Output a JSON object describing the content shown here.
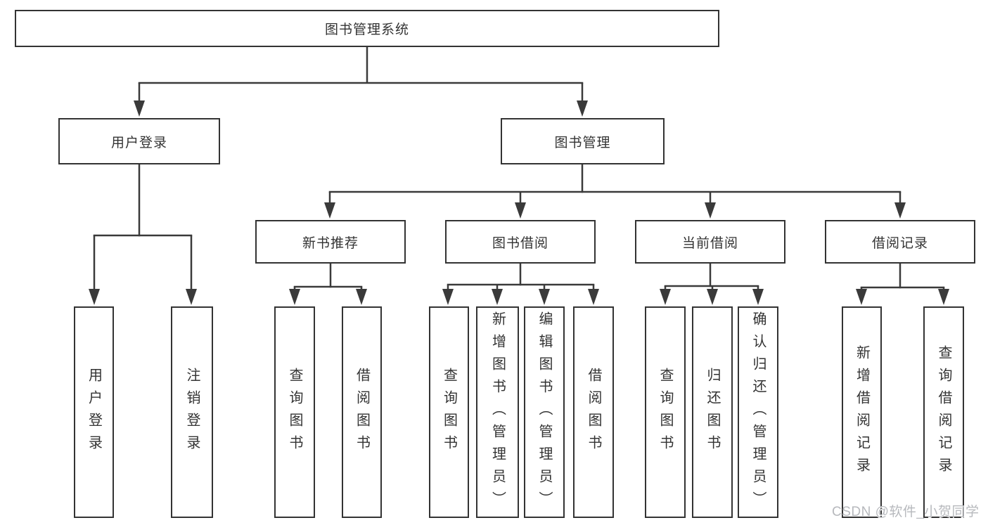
{
  "tree": {
    "root": {
      "label": "图书管理系统"
    },
    "login_branch": {
      "label": "用户登录",
      "children": [
        {
          "label": "用户登录"
        },
        {
          "label": "注销登录"
        }
      ]
    },
    "mgmt_branch": {
      "label": "图书管理",
      "modules": [
        {
          "label": "新书推荐",
          "children": [
            {
              "label": "查询图书"
            },
            {
              "label": "借阅图书"
            }
          ]
        },
        {
          "label": "图书借阅",
          "children": [
            {
              "label": "查询图书"
            },
            {
              "label": "新增图书（管理员）"
            },
            {
              "label": "编辑图书（管理员）"
            },
            {
              "label": "借阅图书"
            }
          ]
        },
        {
          "label": "当前借阅",
          "children": [
            {
              "label": "查询图书"
            },
            {
              "label": "归还图书"
            },
            {
              "label": "确认归还（管理员）"
            }
          ]
        },
        {
          "label": "借阅记录",
          "children": [
            {
              "label": "新增借阅记录"
            },
            {
              "label": "查询借阅记录"
            }
          ]
        }
      ]
    }
  },
  "watermark": {
    "text": "CSDN @软件_小贺同学"
  },
  "colors": {
    "line": "#3a3a3a",
    "box_border": "#333333",
    "text": "#333333",
    "watermark": "#b7b9bd",
    "background": "#ffffff"
  }
}
